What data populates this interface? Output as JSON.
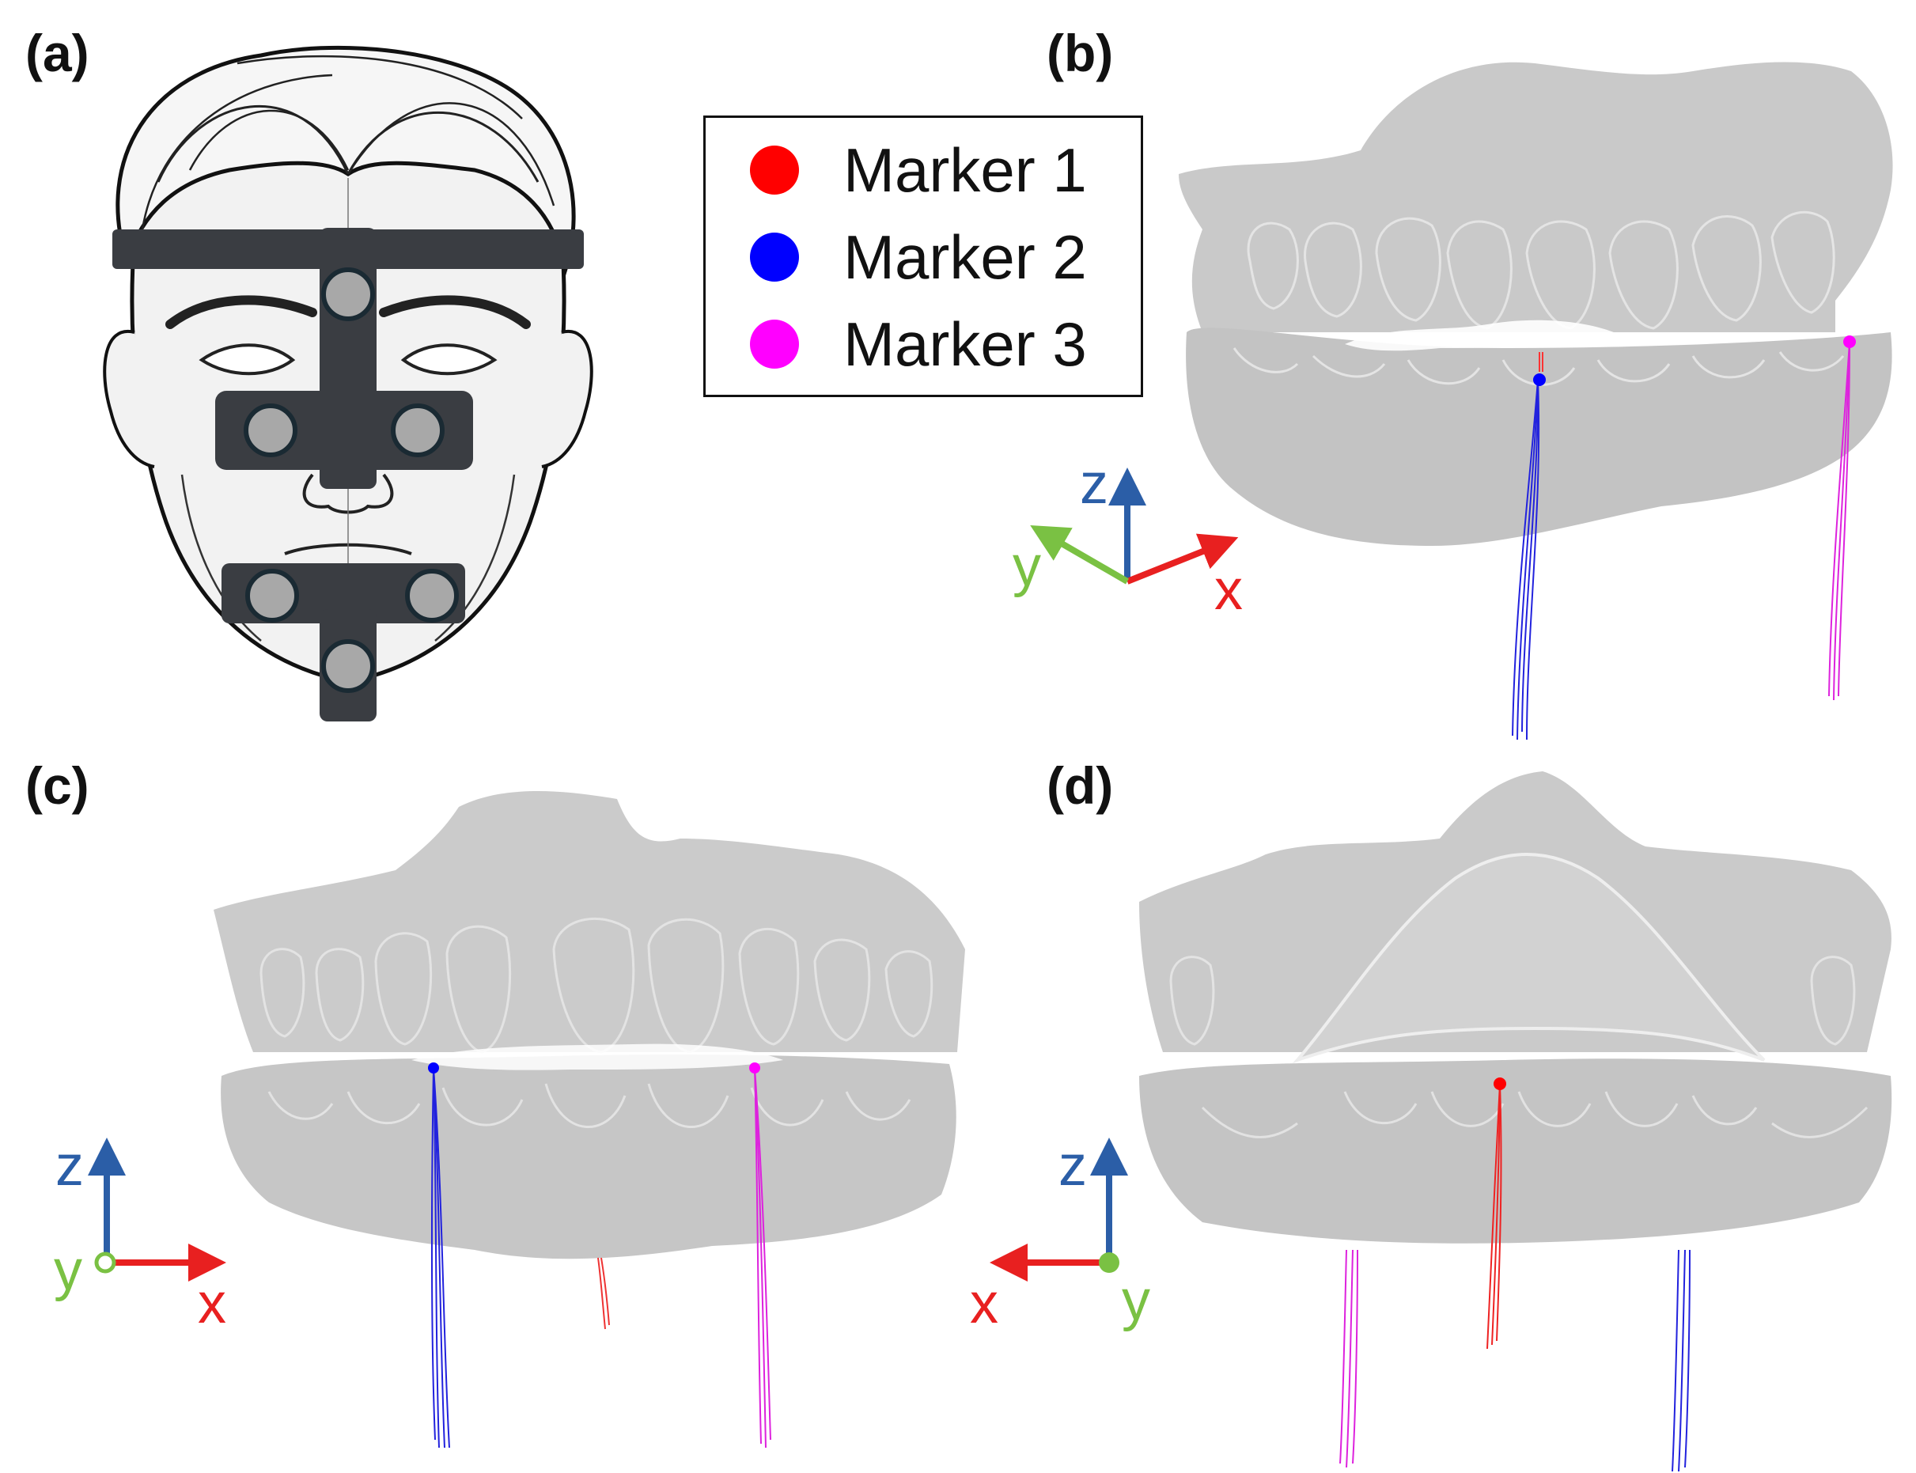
{
  "panels": {
    "a": "(a)",
    "b": "(b)",
    "c": "(c)",
    "d": "(d)"
  },
  "legend": {
    "items": [
      {
        "label": "Marker 1",
        "color": "#ff0000"
      },
      {
        "label": "Marker 2",
        "color": "#0000ff"
      },
      {
        "label": "Marker 3",
        "color": "#ff00ff"
      }
    ]
  },
  "axes": {
    "x": "x",
    "y": "y",
    "z": "z",
    "colors": {
      "x": "#e82020",
      "y": "#7ac143",
      "z": "#2b5ea7"
    }
  },
  "colors": {
    "teeth": "#c8c8c8",
    "marker_frame": "#3a3d42",
    "marker_ball": "#a8a8a8"
  }
}
